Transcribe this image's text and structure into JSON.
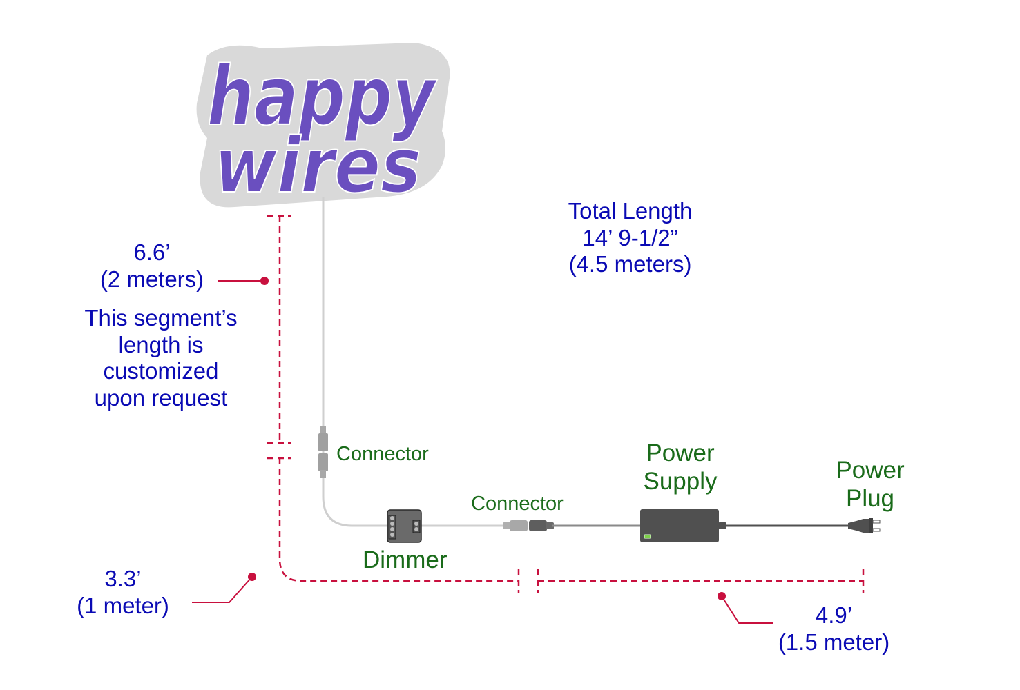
{
  "logo": {
    "line1": "happy",
    "line2": "wires"
  },
  "labels": {
    "total_length_title": "Total Length",
    "total_length_imperial": "14’ 9-1/2”",
    "total_length_metric": "(4.5 meters)",
    "segment1_imperial": "6.6’",
    "segment1_metric": "(2 meters)",
    "segment1_note": [
      "This segment’s",
      "length is",
      "customized",
      "upon request"
    ],
    "segment2_imperial": "3.3’",
    "segment2_metric": "(1 meter)",
    "segment3_imperial": "4.9’",
    "segment3_metric": "(1.5 meter)"
  },
  "components": {
    "connector1": "Connector",
    "connector2": "Connector",
    "dimmer": "Dimmer",
    "power_supply": [
      "Power",
      "Supply"
    ],
    "power_plug": [
      "Power",
      "Plug"
    ]
  },
  "colors": {
    "logo_purple": "#6a4fbf",
    "logo_backing": "#d9d9d9",
    "dimension_red": "#c8103e",
    "label_blue": "#0a0ab4",
    "component_green": "#1a6b1a",
    "wire_light": "#cfcfcf",
    "wire_dark": "#555555",
    "device_gray": "#505050",
    "led_green": "#7dd04a"
  }
}
